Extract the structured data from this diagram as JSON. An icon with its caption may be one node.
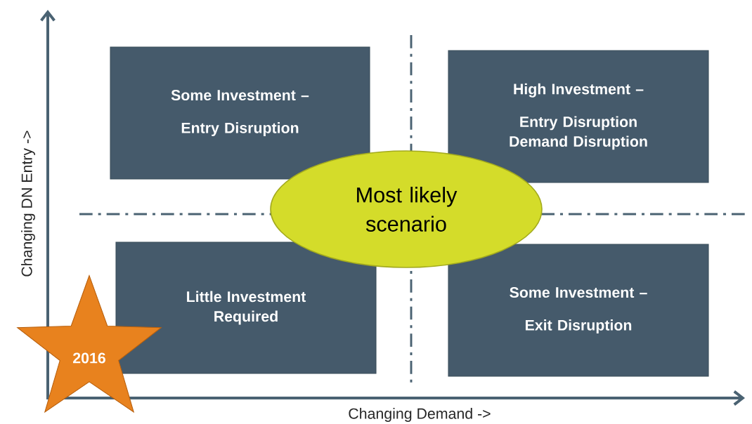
{
  "diagram": {
    "nodes": [
      {
        "text": [
          "Some Investment –",
          "Entry Disruption"
        ]
      },
      {
        "text": [
          "High Investment –",
          "Entry Disruption Demand Disruption"
        ]
      },
      {
        "text": [
          "Little Investment Required"
        ]
      },
      {
        "text": [
          "Some Investment –",
          "Exit Disruption"
        ]
      },
      {
        "text": [
          "Most likely scenario"
        ]
      },
      {
        "text": [
          "2016"
        ]
      }
    ],
    "edges": [],
    "labels": [
      "Changing DN Entry  ->",
      "Changing Demand  ->"
    ]
  }
}
